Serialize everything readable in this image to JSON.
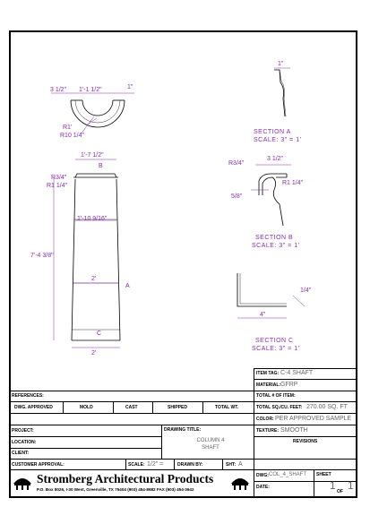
{
  "section_a": {
    "title": "SECTION  A",
    "scale": "SCALE: 3\" = 1'",
    "dim_top": "1\""
  },
  "section_b": {
    "title": "SECTION  B",
    "scale": "SCALE: 3\" = 1'",
    "dim_top": "3 1/2\"",
    "dim_left": "R3/4\"",
    "dim_r": "R1 1/4\"",
    "dim_low": "5/8\""
  },
  "section_c": {
    "title": "SECTION  C",
    "scale": "SCALE: 3\" = 1'",
    "dim_right": "1/4\"",
    "dim_bottom": "4\""
  },
  "plan": {
    "d1": "3 1/2\"",
    "d2": "1'-1 1/2\"",
    "d3": "1\"",
    "r1": "R1'",
    "r2": "R10 1/4\""
  },
  "elevation": {
    "top_width": "1'-7 1/2\"",
    "r34": "R3/4\"",
    "r114": "R1 1/4\"",
    "upper_width": "1'-10 9/16\"",
    "height": "7'-4 3/8\"",
    "mid_width": "2'",
    "bottom_width": "2'",
    "mark_a": "A",
    "mark_b": "B",
    "mark_c": "C"
  },
  "titleblock": {
    "item_tag_label": "ITEM TAG:",
    "item_tag": "C-4 SHAFT",
    "material_label": "MATERIAL:",
    "material": "GFRP",
    "total_items_label": "TOTAL # OF ITEM:",
    "total_items": "",
    "total_sqft_label": "TOTAL SQ./CU. FEET:",
    "total_sqft": "270.00 SQ. FT",
    "color_label": "COLOR:",
    "color": "PER APPROVED SAMPLE",
    "texture_label": "TEXTURE:",
    "texture": "SMOOTH",
    "revisions_label": "REVISIONS",
    "references_label": "REFERENCES:",
    "dwg_approved": "DWG. APPROVED",
    "mold": "MOLD",
    "cast": "CAST",
    "shipped": "SHIPPED",
    "total_wt": "TOTAL WT.",
    "project_label": "PROJECT:",
    "location_label": "LOCATION:",
    "client_label": "CLIENT:",
    "customer_approval_label": "CUSTOMER APPROVAL:",
    "drawing_title_label": "DRAWING TITLE:",
    "drawing_title_1": "COLUMN  4",
    "drawing_title_2": "SHAFT",
    "scale_label": "SCALE:",
    "scale": "1/2\" =",
    "drawn_by_label": "DRAWN BY:",
    "sht_label": "SHT:",
    "sht": "A",
    "dwg_label": "DWG:",
    "dwg": "COL_4_SHAFT",
    "date_label": "DATE:",
    "sheet_label": "SHEET",
    "sheet_num": "1",
    "of_label": "OF",
    "sheet_total": "1",
    "company": "Stromberg Architectural Products",
    "address": "P.O. Box 8026, I-30 West, Greenville, TX 75404  (903) 454-8682  FAX (903) 454-3642"
  }
}
